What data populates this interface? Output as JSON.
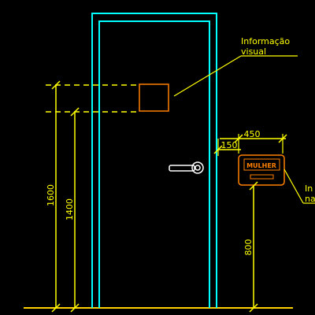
{
  "annotations": {
    "visual_info_line1": "Informação",
    "visual_info_line2": "visual",
    "tactile_info_line1": "In",
    "tactile_info_line2": "na"
  },
  "dimensions": {
    "height_1600": "1600",
    "height_1400": "1400",
    "height_800": "800",
    "width_450": "450",
    "offset_150": "150"
  },
  "sign": {
    "label": "MULHER"
  },
  "colors": {
    "background": "#000000",
    "door_frame": "#00ffff",
    "dimension": "#ffff00",
    "sign": "#ff8000",
    "door_handle": "#ffffff",
    "floor": "#ffd000"
  }
}
